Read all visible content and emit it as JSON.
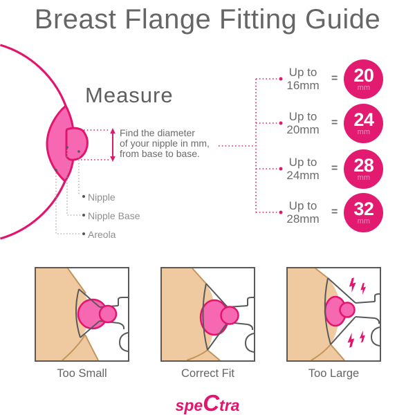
{
  "title": "Breast Flange Fitting Guide",
  "colors": {
    "accent_pink": "#E3146D",
    "areola_fill": "#F768B2",
    "circle_pink": "#E21A70",
    "skin": "#EFC9A0",
    "skin_outline": "#C3955C",
    "outline_gray": "#58595B",
    "text_gray": "#666666"
  },
  "measure": {
    "heading": "Measure",
    "instruction_line1": "Find the diameter",
    "instruction_line2": "of your nipple in mm,",
    "instruction_line3": "from base to base.",
    "labels": {
      "nipple": "Nipple",
      "nipple_base": "Nipple Base",
      "areola": "Areola"
    }
  },
  "size_chart": {
    "equals": "=",
    "rows": [
      {
        "range_line1": "Up to",
        "range_line2": "16mm",
        "size": "20",
        "unit": "mm"
      },
      {
        "range_line1": "Up to",
        "range_line2": "20mm",
        "size": "24",
        "unit": "mm"
      },
      {
        "range_line1": "Up to",
        "range_line2": "24mm",
        "size": "28",
        "unit": "mm"
      },
      {
        "range_line1": "Up to",
        "range_line2": "28mm",
        "size": "32",
        "unit": "mm"
      }
    ]
  },
  "fit_examples": [
    {
      "label": "Too Small"
    },
    {
      "label": "Correct Fit"
    },
    {
      "label": "Too Large"
    }
  ],
  "brand": {
    "part1": "spe",
    "part2": "C",
    "part3": "tra"
  }
}
